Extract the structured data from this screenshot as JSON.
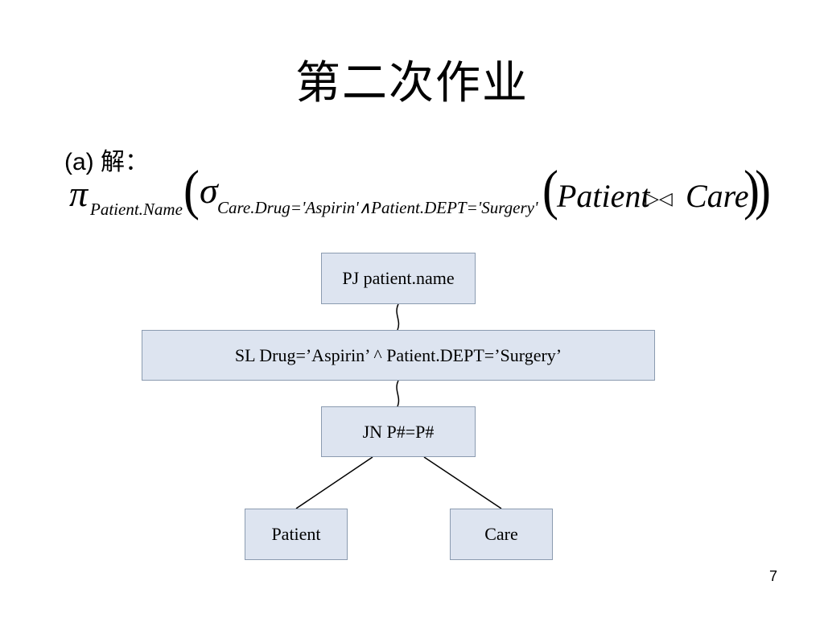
{
  "slide": {
    "title": "第二次作业",
    "subhead": "(a) 解：",
    "page_number": "7"
  },
  "formula": {
    "pi": "π",
    "pi_subscript": "Patient.Name",
    "paren_open": "(",
    "sigma": "σ",
    "sigma_subscript": "Care.Drug='Aspirin'∧Patient.DEPT='Surgery'",
    "inner_paren_open": "(",
    "left_relation": "Patient",
    "join_symbol": "▷◁",
    "right_relation": "Care",
    "inner_paren_close": ")",
    "paren_close": ")"
  },
  "tree": {
    "project_node": "PJ patient.name",
    "select_node": "SL Drug=’Aspirin’ ^ Patient.DEPT=’Surgery’",
    "join_node": "JN P#=P#",
    "left_leaf": "Patient",
    "right_leaf": "Care"
  }
}
